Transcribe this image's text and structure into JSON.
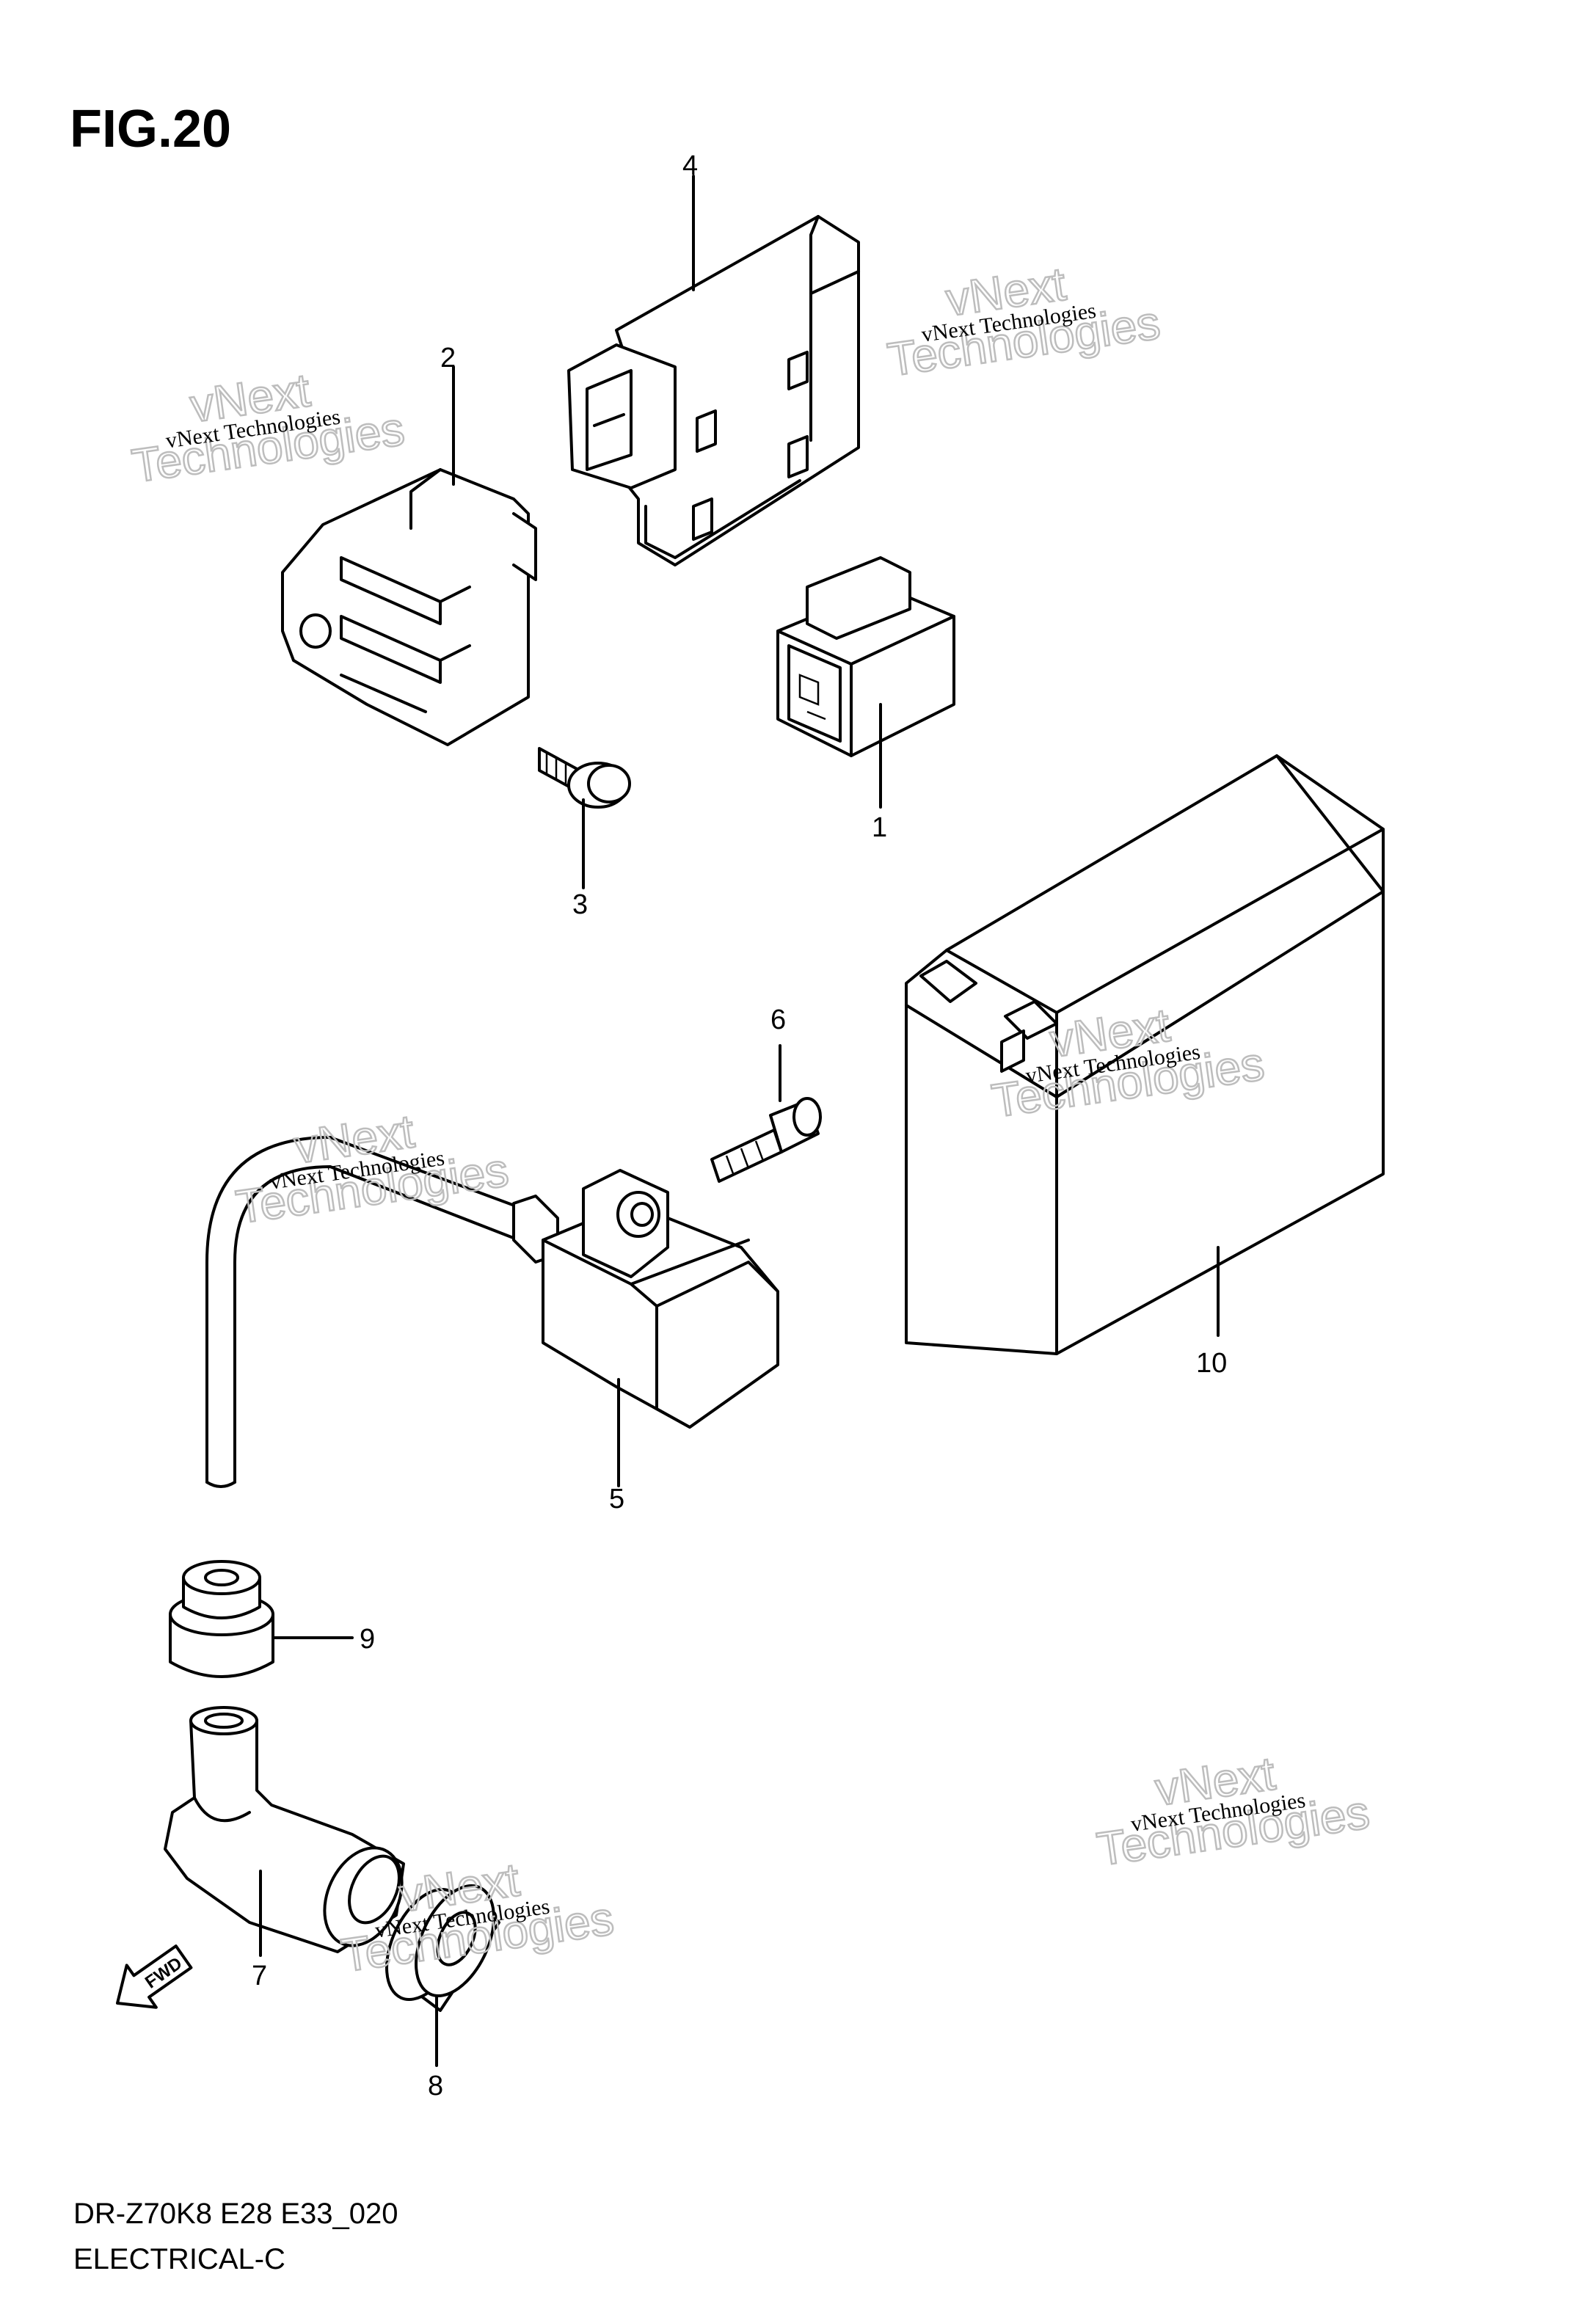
{
  "figure": {
    "title": "FIG.20",
    "model_code": "DR-Z70K8 E28 E33_020",
    "section": "ELECTRICAL-C",
    "fwd_label": "FWD"
  },
  "watermark": {
    "line1": "vNext Technologies",
    "line2": "vNext",
    "line3": "Technologies"
  },
  "callouts": [
    "1",
    "2",
    "3",
    "4",
    "5",
    "6",
    "7",
    "8",
    "9",
    "10"
  ],
  "parts": [
    {
      "ref": "1",
      "icon": "connector-coupler-icon"
    },
    {
      "ref": "2",
      "icon": "regulator-rectifier-icon"
    },
    {
      "ref": "3",
      "icon": "bolt-icon"
    },
    {
      "ref": "4",
      "icon": "cdi-unit-icon"
    },
    {
      "ref": "5",
      "icon": "ignition-coil-icon"
    },
    {
      "ref": "6",
      "icon": "bolt-icon"
    },
    {
      "ref": "7",
      "icon": "spark-plug-cap-icon"
    },
    {
      "ref": "8",
      "icon": "seal-ring-icon"
    },
    {
      "ref": "9",
      "icon": "grommet-icon"
    },
    {
      "ref": "10",
      "icon": "battery-icon"
    }
  ]
}
